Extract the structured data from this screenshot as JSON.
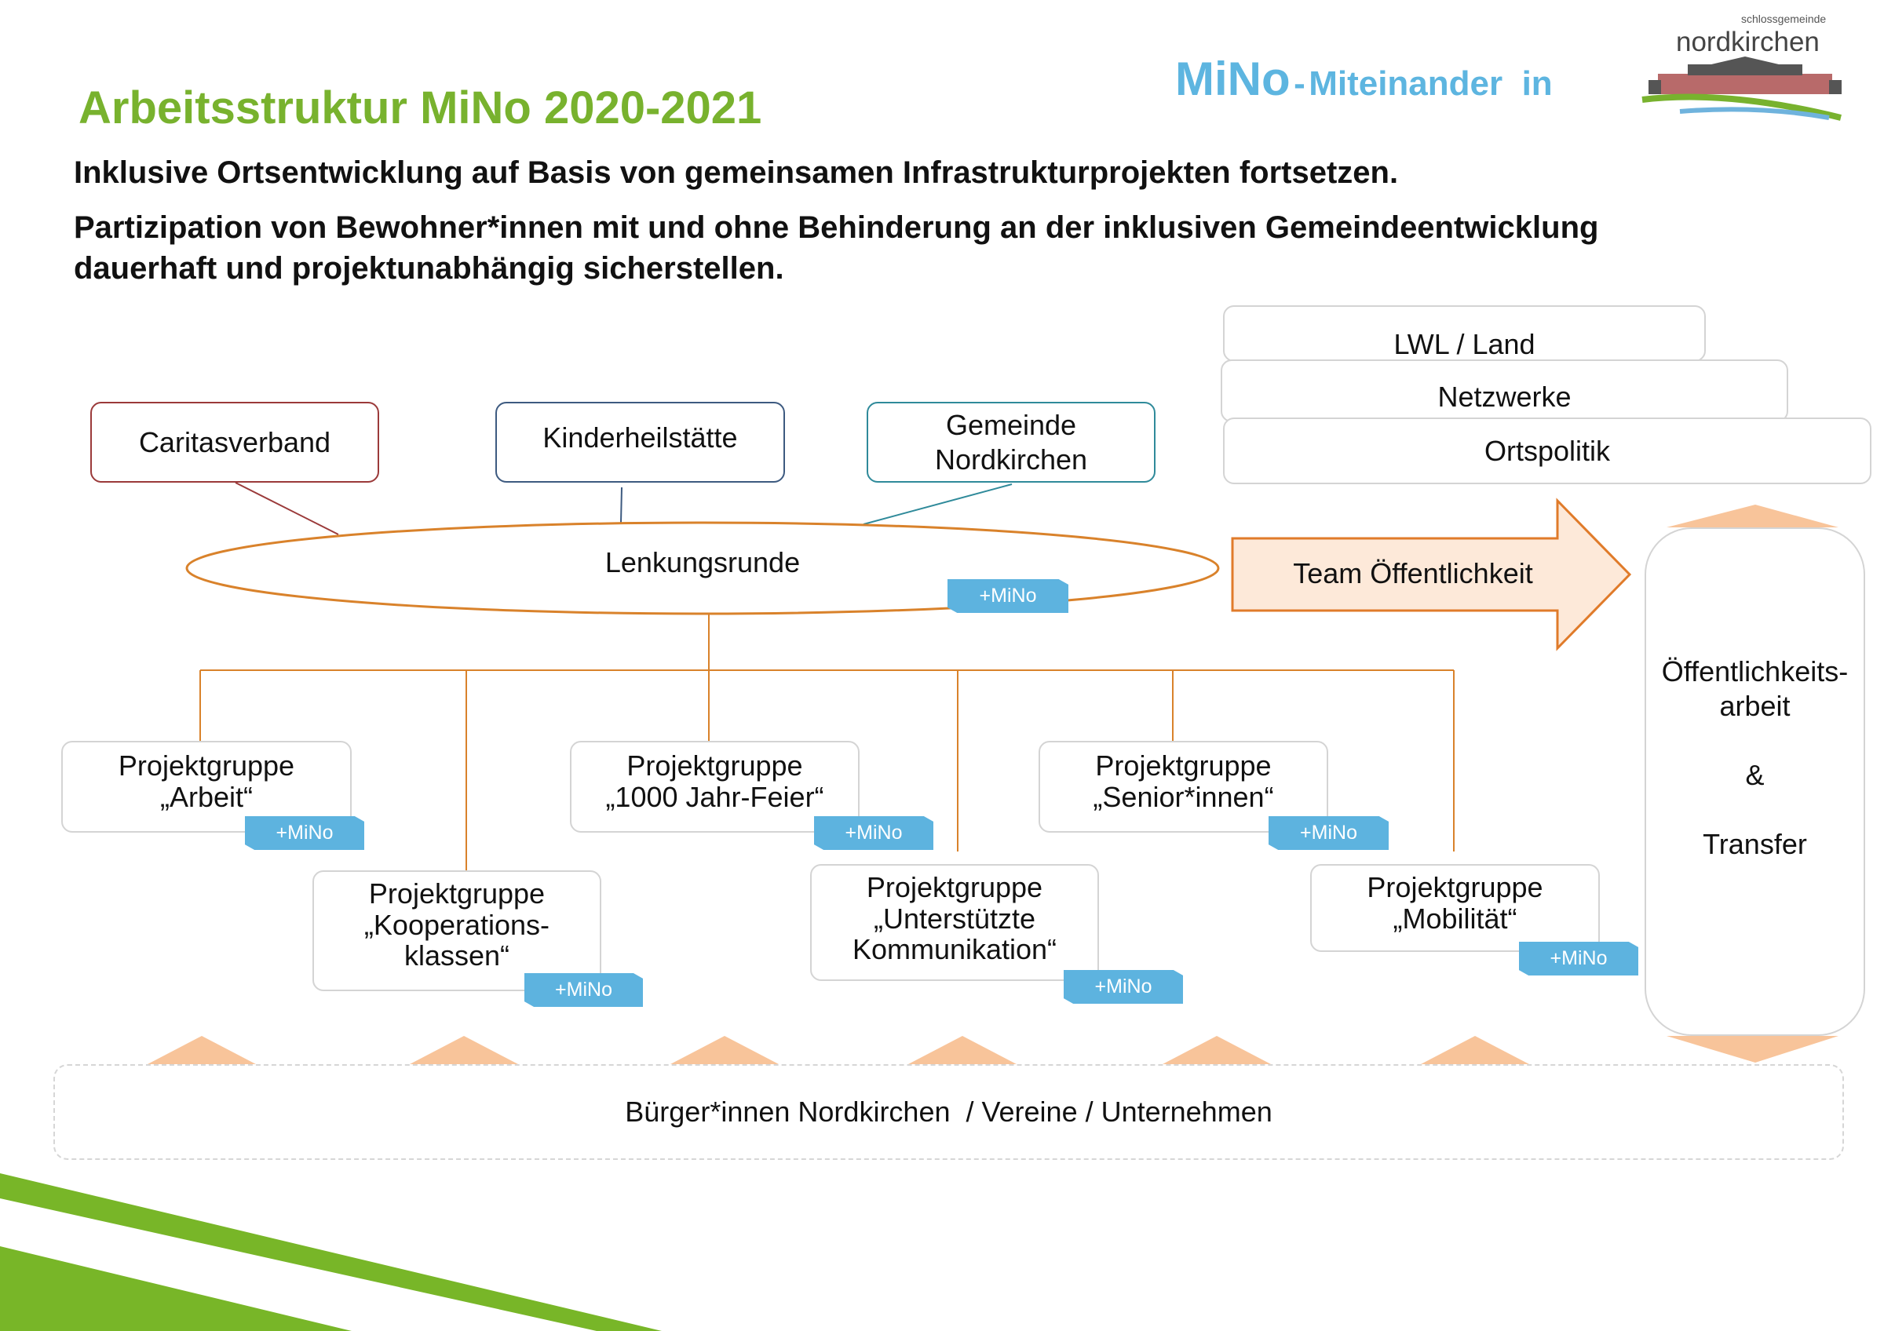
{
  "header": {
    "title": "Arbeitsstruktur MiNo 2020-2021",
    "brand_short": "MiNo",
    "brand_separator": "-",
    "brand_long": "Miteinander  in",
    "logo": {
      "top_text": "schlossgemeinde",
      "name": "nordkirchen"
    }
  },
  "goals": [
    "Inklusive Ortsentwicklung auf Basis von gemeinsamen Infrastrukturprojekten fortsetzen.",
    "Partizipation von Bewohner*innen mit und ohne Behinderung an der inklusiven Gemeindeentwicklung",
    "dauerhaft und projektunabhängig sicherstellen."
  ],
  "stakeholders": [
    "LWL / Land",
    "Netzwerke",
    "Ortspolitik"
  ],
  "partners": {
    "caritas": "Caritasverband",
    "kinderheil": "Kinderheilstätte",
    "gemeinde_1": "Gemeinde",
    "gemeinde_2": "Nordkirchen"
  },
  "steering": {
    "label": "Lenkungsrunde",
    "tag": "+MiNo"
  },
  "team": {
    "label": "Team Öffentlichkeit"
  },
  "pr_box": {
    "line1": "Öffentlichkeits-",
    "line2": "arbeit",
    "amp": "&",
    "line3": "Transfer"
  },
  "groups": [
    {
      "l1": "Projektgruppe",
      "l2": "„Arbeit“",
      "tag": "+MiNo"
    },
    {
      "l1": "Projektgruppe",
      "l2": "„1000 Jahr-Feier“",
      "tag": "+MiNo"
    },
    {
      "l1": "Projektgruppe",
      "l2": "„Senior*innen“",
      "tag": "+MiNo"
    },
    {
      "l1": "Projektgruppe",
      "l2": "„Kooperations-",
      "l3": "klassen“",
      "tag": "+MiNo"
    },
    {
      "l1": "Projektgruppe",
      "l2": "„Unterstützte",
      "l3": "Kommunikation“",
      "tag": "+MiNo"
    },
    {
      "l1": "Projektgruppe",
      "l2": "„Mobilität“",
      "tag": "+MiNo"
    }
  ],
  "base": {
    "label": "Bürger*innen Nordkirchen  / Vereine / Unternehmen"
  },
  "colors": {
    "green": "#78b22e",
    "blue": "#5db3df",
    "orange": "#d9822b",
    "peach": "#f8c49a",
    "team_fill": "#fde9d9"
  }
}
